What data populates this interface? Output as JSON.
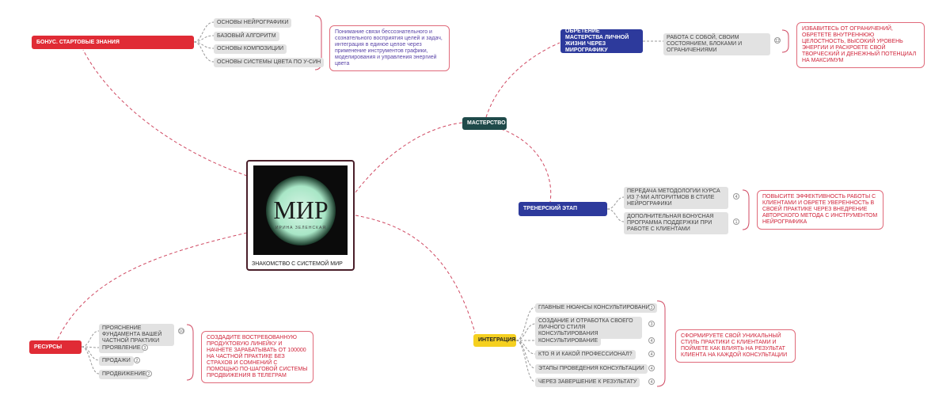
{
  "center": {
    "logo_main": "МИР",
    "logo_sub": "ИРИНА ЗЕЛЕНСКАЯ",
    "label": "ЗНАКОМСТВО С СИСТЕМОЙ МИР"
  },
  "bonus": {
    "title": "БОНУС. СТАРТОВЫЕ ЗНАНИЯ",
    "items": [
      "ОСНОВЫ НЕЙРОГРАФИКИ",
      "БАЗОВЫЙ АЛГОРИТМ",
      "ОСНОВЫ КОМПОЗИЦИИ",
      "ОСНОВЫ СИСТЕМЫ ЦВЕТА ПО У-СИН"
    ],
    "note": "Понимание связи бессознательного и сознательного восприятия целей и задач, интеграция в единое целое через применение инструментов графики, моделирования и управления энергией цвета"
  },
  "mastery": {
    "title": "МАСТЕРСТВО",
    "child_title": "ОБРЕТЕНИЕ МАСТЕРСТВА ЛИЧНОЙ ЖИЗНИ ЧЕРЕЗ МИРОГРАФИКУ",
    "item": "РАБОТА С СОБОЙ, СВОИМ СОСТОЯНИЕМ, БЛОКАМИ И ОГРАНИЧЕНИЯМИ",
    "item_badge": "12",
    "note": "ИЗБАВИТЕСЬ ОТ ОГРАНИЧЕНИЙ, ОБРЕТЕТЕ ВНУТРЕННЮЮ ЦЕЛОСТНОСТЬ, ВЫСОКИЙ УРОВЕНЬ ЭНЕРГИИ И РАСКРОЕТЕ СВОЙ ТВОРЧЕСКИЙ И ДЕНЕЖНЫЙ ПОТЕНЦИАЛ НА МАКСИМУМ"
  },
  "trainer": {
    "title": "ТРЕНЕРСКИЙ ЭТАП",
    "items": [
      "ПЕРЕДАЧА МЕТОДОЛОГИИ КУРСА ИЗ 7-МИ АЛГОРИТМОВ В СТИЛЕ НЕЙРОГРАФИКИ",
      "ДОПОЛНИТЕЛЬНАЯ БОНУСНАЯ ПРОГРАММА ПОДДЕРЖКИ ПРИ РАБОТЕ С КЛИЕНТАМИ"
    ],
    "badges": [
      "4",
      "1"
    ],
    "note": "ПОВЫСИТЕ ЭФФЕКТИВНОСТЬ РАБОТЫ С КЛИЕНТАМИ И ОБРЕТЕ УВЕРЕННОСТЬ В СВОЕЙ ПРАКТИКЕ ЧЕРЕЗ ВНЕДРЕНИЕ АВТОРСКОГО МЕТОДА С ИНСТРУМЕНТОМ НЕЙРОГРАФИКА"
  },
  "integration": {
    "title": "ИНТЕГРАЦИЯ",
    "items": [
      "ГЛАВНЫЕ НЮАНСЫ КОНСУЛЬТИРОВАНИЯ",
      "СОЗДАНИЕ И ОТРАБОТКА СВОЕГО ЛИЧНОГО СТИЛЯ КОНСУЛЬТИРОВАНИЯ",
      "КОНСУЛЬТИРОВАНИЕ",
      "КТО Я И КАКОЙ ПРОФЕССИОНАЛ?",
      "ЭТАПЫ ПРОВЕДЕНИЯ КОНСУЛЬТАЦИИ",
      "ЧЕРЕЗ ЗАВЕРШЕНИЕ К РЕЗУЛЬТАТУ"
    ],
    "badges": [
      "3",
      "3",
      "4",
      "4",
      "4",
      "4"
    ],
    "note": "СФОРМИРУЕТЕ СВОЙ УНИКАЛЬНЫЙ СТИЛЬ ПРАКТИКИ С КЛИЕНТАМИ И ПОЙМЕТЕ КАК ВЛИЯТЬ НА РЕЗУЛЬТАТ КЛИЕНТА НА КАЖДОЙ КОНСУЛЬТАЦИИ"
  },
  "resources": {
    "title": "РЕСУРСЫ",
    "items": [
      "ПРОЯСНЕНИЕ ФУНДАМЕНТА ВАШЕЙ ЧАСТНОЙ ПРАКТИКИ",
      "ПРОЯВЛЕНИЕ",
      "ПРОДАЖИ",
      "ПРОДВИЖЕНИЕ"
    ],
    "badges": [
      "10",
      "3",
      "2",
      "2"
    ],
    "note": "СОЗДАДИТЕ ВОСТРЕБОВАННУЮ ПРОДУКТОВУЮ ЛИНЕЙКУ И НАЧНЕТЕ ЗАРАБАТЫВАТЬ ОТ 100000 НА ЧАСТНОЙ ПРАКТИКЕ БЕЗ СТРАХОВ И СОМНЕНИЙ С ПОМОЩЬЮ ПО-ШАГОВОЙ СИСТЕМЫ ПРОДВИЖЕНИЯ В ТЕЛЕГРАМ"
  },
  "colors": {
    "bonus": "#e02b35",
    "mastery": "#1f4a4a",
    "mastery_child": "#2d3a9c",
    "trainer": "#2d3a9c",
    "integration": "#f5d020",
    "resources": "#e02b35",
    "edge": "#d04a63",
    "note_border": "#e06a7a",
    "note_text_purple": "#5b45a8",
    "note_text_red": "#d0243a"
  }
}
